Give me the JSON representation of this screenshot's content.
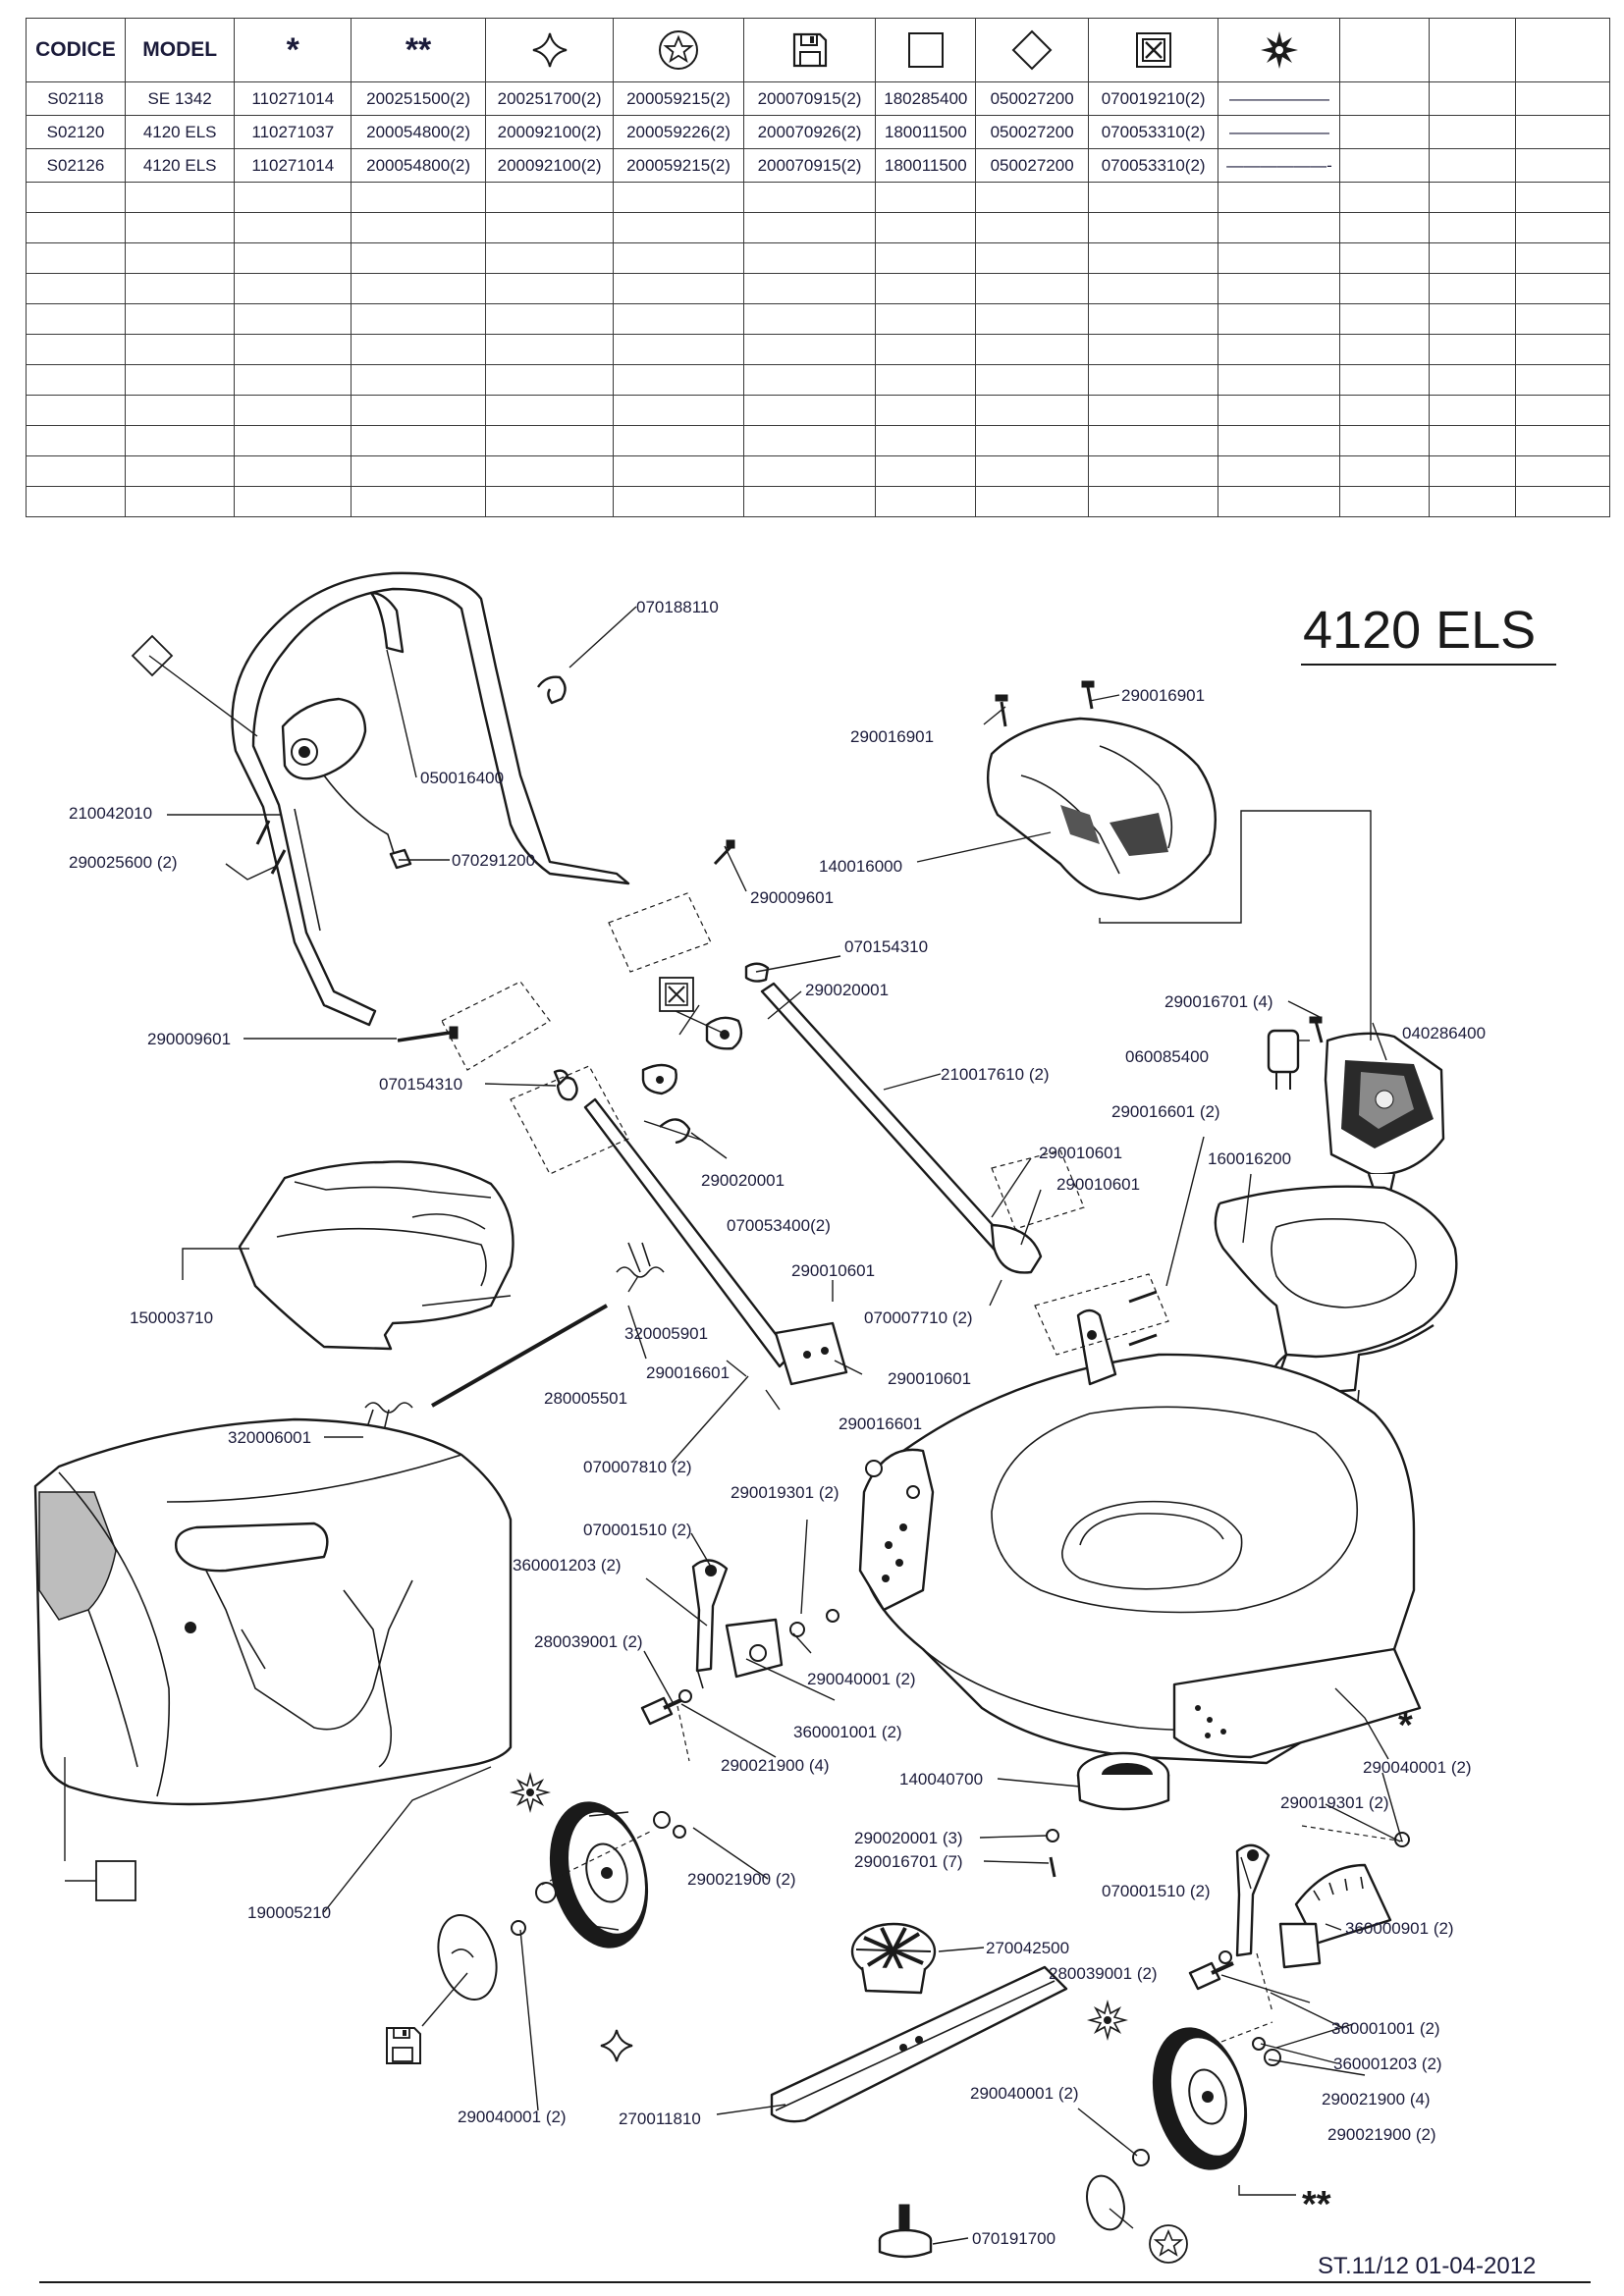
{
  "table": {
    "headers": [
      {
        "key": "codice",
        "text": "CODICE"
      },
      {
        "key": "model",
        "text": "MODEL"
      },
      {
        "key": "c1",
        "symbol": "asterisk",
        "text": "*"
      },
      {
        "key": "c2",
        "symbol": "double-asterisk",
        "text": "**"
      },
      {
        "key": "c3",
        "symbol": "four-point-star"
      },
      {
        "key": "c4",
        "symbol": "circled-star"
      },
      {
        "key": "c5",
        "symbol": "floppy-disk"
      },
      {
        "key": "c6",
        "symbol": "empty-square"
      },
      {
        "key": "c7",
        "symbol": "diamond"
      },
      {
        "key": "c8",
        "symbol": "crossed-square"
      },
      {
        "key": "c9",
        "symbol": "spiky-star"
      },
      {
        "key": "c10",
        "symbol": ""
      },
      {
        "key": "c11",
        "symbol": ""
      },
      {
        "key": "c12",
        "symbol": ""
      }
    ],
    "rows": [
      [
        "S02118",
        "SE 1342",
        "110271014",
        "200251500(2)",
        "200251700(2)",
        "200059215(2)",
        "200070915(2)",
        "180285400",
        "050027200",
        "070019210(2)",
        "——————",
        "",
        "",
        ""
      ],
      [
        "S02120",
        "4120 ELS",
        "110271037",
        "200054800(2)",
        "200092100(2)",
        "200059226(2)",
        "200070926(2)",
        "180011500",
        "050027200",
        "070053310(2)",
        "——————",
        "",
        "",
        ""
      ],
      [
        "S02126",
        "4120 ELS",
        "110271014",
        "200054800(2)",
        "200092100(2)",
        "200059215(2)",
        "200070915(2)",
        "180011500",
        "050027200",
        "070053310(2)",
        "——————-",
        "",
        "",
        ""
      ]
    ],
    "empty_row_count": 11
  },
  "diagram": {
    "title": "4120 ELS",
    "footer": "ST.11/12  01-04-2012",
    "symbol_marks": {
      "asterisk": "*",
      "double_asterisk": "**"
    },
    "labels": [
      "070188110",
      "050016400",
      "210042010",
      "290025600 (2)",
      "070291200",
      "290009601",
      "290009601",
      "070154310",
      "290020001",
      "070154310",
      "210017610 (2)",
      "290020001",
      "070053400(2)",
      "290016901",
      "290016901",
      "140016000",
      "290016701 (4)",
      "040286400",
      "060085400",
      "290016601 (2)",
      "160016200",
      "290010601",
      "290010601",
      "150003710",
      "290010601",
      "070007710 (2)",
      "320005901",
      "290016601",
      "290010601",
      "280005501",
      "290016601",
      "320006001",
      "070007810 (2)",
      "290019301 (2)",
      "070001510 (2)",
      "360001203 (2)",
      "280039001 (2)",
      "290040001 (2)",
      "360001001 (2)",
      "290021900 (4)",
      "140040700",
      "290040001 (2)",
      "290019301 (2)",
      "290020001 (3)",
      "290016701 (7)",
      "290021900 (2)",
      "070001510 (2)",
      "360000901 (2)",
      "190005210",
      "270042500",
      "280039001 (2)",
      "360001001 (2)",
      "360001203 (2)",
      "290040001 (2)",
      "270011810",
      "290040001 (2)",
      "290021900 (4)",
      "290021900 (2)",
      "070191700"
    ]
  }
}
